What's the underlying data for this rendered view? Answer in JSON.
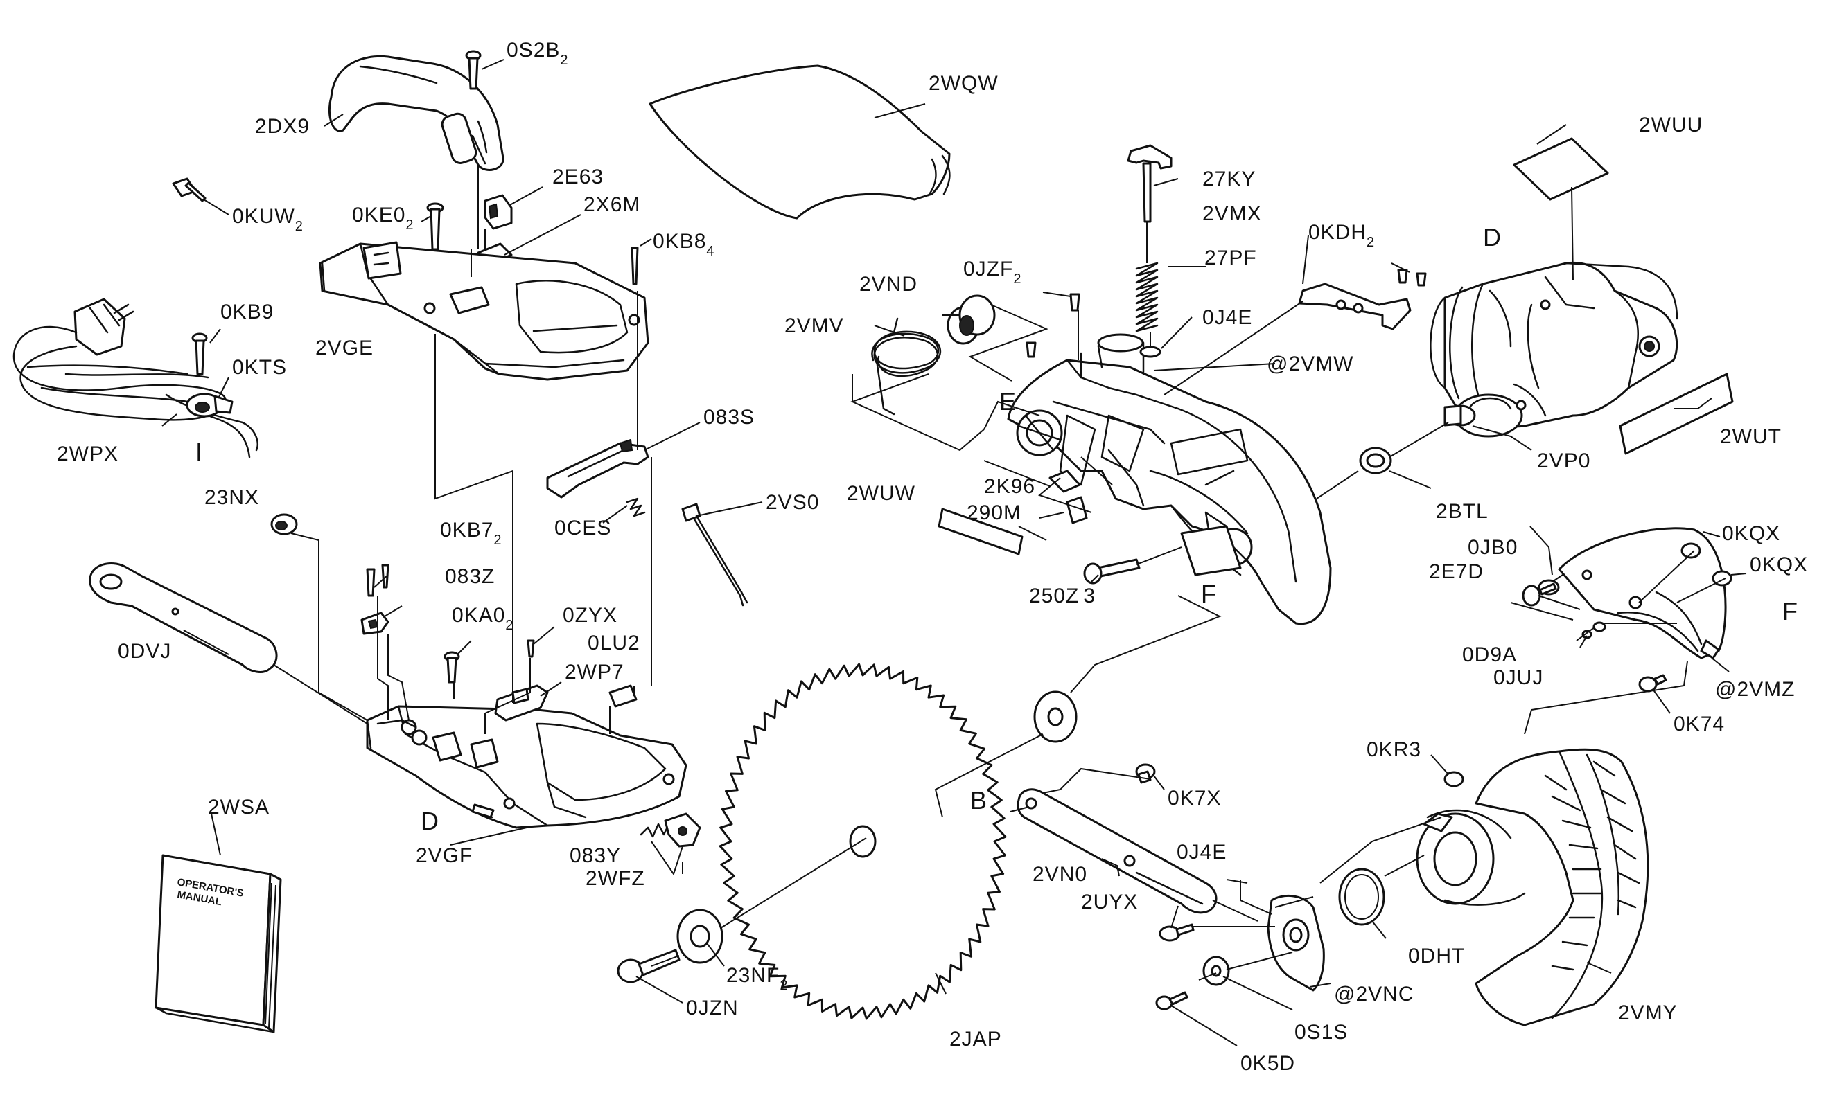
{
  "diagram": {
    "type": "exploded-parts-diagram",
    "colors": {
      "line": "#111111",
      "background": "#ffffff",
      "shade": "#e9e9e9"
    },
    "callouts": [
      {
        "id": "0s2b",
        "text": "0S2B",
        "sub": "2"
      },
      {
        "id": "2dx9",
        "text": "2DX9",
        "sub": ""
      },
      {
        "id": "2wqw",
        "text": "2WQW",
        "sub": ""
      },
      {
        "id": "2e63",
        "text": "2E63",
        "sub": ""
      },
      {
        "id": "2x6m",
        "text": "2X6M",
        "sub": ""
      },
      {
        "id": "0ke0",
        "text": "0KE0",
        "sub": "2"
      },
      {
        "id": "0kuw",
        "text": "0KUW",
        "sub": "2"
      },
      {
        "id": "0kb8",
        "text": "0KB8",
        "sub": "4"
      },
      {
        "id": "2wuu",
        "text": "2WUU",
        "sub": ""
      },
      {
        "id": "27ky",
        "text": "27KY",
        "sub": ""
      },
      {
        "id": "2vmx",
        "text": "2VMX",
        "sub": ""
      },
      {
        "id": "0kdh",
        "text": "0KDH",
        "sub": "2"
      },
      {
        "id": "0jzf",
        "text": "0JZF",
        "sub": "2"
      },
      {
        "id": "2vnd",
        "text": "2VND",
        "sub": ""
      },
      {
        "id": "27pf",
        "text": "27PF",
        "sub": ""
      },
      {
        "id": "2vmv",
        "text": "2VMV",
        "sub": ""
      },
      {
        "id": "0j4e-top",
        "text": "0J4E",
        "sub": ""
      },
      {
        "id": "0kb9",
        "text": "0KB9",
        "sub": ""
      },
      {
        "id": "2vge",
        "text": "2VGE",
        "sub": ""
      },
      {
        "id": "0kts",
        "text": "0KTS",
        "sub": ""
      },
      {
        "id": "2vmw",
        "text": "@2VMW",
        "sub": ""
      },
      {
        "id": "2wpx",
        "text": "2WPX",
        "sub": ""
      },
      {
        "id": "083s",
        "text": "083S",
        "sub": ""
      },
      {
        "id": "2wut",
        "text": "2WUT",
        "sub": ""
      },
      {
        "id": "2vp0",
        "text": "2VP0",
        "sub": ""
      },
      {
        "id": "23nx",
        "text": "23NX",
        "sub": ""
      },
      {
        "id": "2k96",
        "text": "2K96",
        "sub": ""
      },
      {
        "id": "2wuw",
        "text": "2WUW",
        "sub": ""
      },
      {
        "id": "2vs0",
        "text": "2VS0",
        "sub": ""
      },
      {
        "id": "290m",
        "text": "290M",
        "sub": ""
      },
      {
        "id": "2btl",
        "text": "2BTL",
        "sub": ""
      },
      {
        "id": "0kb7",
        "text": "0KB7",
        "sub": "2"
      },
      {
        "id": "0ces",
        "text": "0CES",
        "sub": ""
      },
      {
        "id": "0kqx-1",
        "text": "0KQX",
        "sub": ""
      },
      {
        "id": "0jb0",
        "text": "0JB0",
        "sub": ""
      },
      {
        "id": "0kqx-2",
        "text": "0KQX",
        "sub": ""
      },
      {
        "id": "2e7d",
        "text": "2E7D",
        "sub": ""
      },
      {
        "id": "083z",
        "text": "083Z",
        "sub": ""
      },
      {
        "id": "250z",
        "text": "250Z",
        "sub": "3"
      },
      {
        "id": "0ka0",
        "text": "0KA0",
        "sub": "2"
      },
      {
        "id": "0zyx",
        "text": "0ZYX",
        "sub": ""
      },
      {
        "id": "0dvj",
        "text": "0DVJ",
        "sub": ""
      },
      {
        "id": "0lu2",
        "text": "0LU2",
        "sub": ""
      },
      {
        "id": "0d9a",
        "text": "0D9A",
        "sub": ""
      },
      {
        "id": "2wp7",
        "text": "2WP7",
        "sub": ""
      },
      {
        "id": "0juj",
        "text": "0JUJ",
        "sub": ""
      },
      {
        "id": "2vmz",
        "text": "@2VMZ",
        "sub": ""
      },
      {
        "id": "0k74",
        "text": "0K74",
        "sub": ""
      },
      {
        "id": "0kr3",
        "text": "0KR3",
        "sub": ""
      },
      {
        "id": "0k7x",
        "text": "0K7X",
        "sub": ""
      },
      {
        "id": "2wsa",
        "text": "2WSA",
        "sub": ""
      },
      {
        "id": "2vgf",
        "text": "2VGF",
        "sub": ""
      },
      {
        "id": "083y",
        "text": "083Y",
        "sub": ""
      },
      {
        "id": "2wfz",
        "text": "2WFZ",
        "sub": ""
      },
      {
        "id": "0j4e-bottom",
        "text": "0J4E",
        "sub": ""
      },
      {
        "id": "2vn0",
        "text": "2VN0",
        "sub": ""
      },
      {
        "id": "2uyx",
        "text": "2UYX",
        "sub": ""
      },
      {
        "id": "0dht",
        "text": "0DHT",
        "sub": ""
      },
      {
        "id": "23nf",
        "text": "23NF",
        "sub": "2"
      },
      {
        "id": "2vnc",
        "text": "@2VNC",
        "sub": ""
      },
      {
        "id": "2vmy",
        "text": "2VMY",
        "sub": ""
      },
      {
        "id": "0jzn",
        "text": "0JZN",
        "sub": ""
      },
      {
        "id": "2jap",
        "text": "2JAP",
        "sub": ""
      },
      {
        "id": "0s1s",
        "text": "0S1S",
        "sub": ""
      },
      {
        "id": "0k5d",
        "text": "0K5D",
        "sub": ""
      }
    ],
    "reference_letters": [
      {
        "id": "d-motor",
        "text": "D"
      },
      {
        "id": "e",
        "text": "E"
      },
      {
        "id": "i",
        "text": "I"
      },
      {
        "id": "f-arm",
        "text": "F"
      },
      {
        "id": "f-guard",
        "text": "F"
      },
      {
        "id": "d-base",
        "text": "D"
      },
      {
        "id": "b",
        "text": "B"
      }
    ],
    "manual_cover": [
      "OPERATOR'S",
      "MANUAL"
    ]
  }
}
